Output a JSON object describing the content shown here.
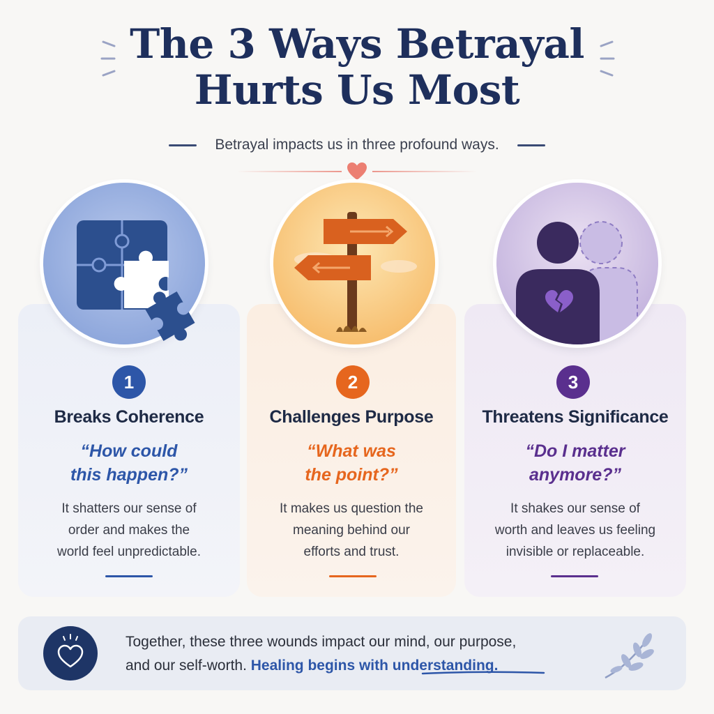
{
  "header": {
    "title_line1": "The 3 Ways Betrayal",
    "title_line2": "Hurts Us Most",
    "subtitle": "Betrayal impacts us in three profound ways."
  },
  "colors": {
    "navy": "#1e2f5c",
    "blue": "#2d56a8",
    "orange": "#e6661e",
    "purple": "#5a2f8e",
    "heart": "#ec7f72"
  },
  "cards": [
    {
      "number": "1",
      "icon": "puzzle-icon",
      "title": "Breaks Coherence",
      "quote_line1": "“How could",
      "quote_line2": "this happen?”",
      "body_line1": "It shatters our sense of",
      "body_line2": "order and makes the",
      "body_line3": "world feel unpredictable."
    },
    {
      "number": "2",
      "icon": "signpost-icon",
      "title": "Challenges Purpose",
      "quote_line1": "“What was",
      "quote_line2": "the point?”",
      "body_line1": "It makes us question the",
      "body_line2": "meaning behind our",
      "body_line3": "efforts and trust."
    },
    {
      "number": "3",
      "icon": "broken-heart-person-icon",
      "title": "Threatens Significance",
      "quote_line1": "“Do I matter",
      "quote_line2": "anymore?”",
      "body_line1": "It shakes our sense of",
      "body_line2": "worth and leaves us feeling",
      "body_line3": "invisible or replaceable."
    }
  ],
  "footer": {
    "icon": "heart-glow-icon",
    "text_line1": "Together, these three wounds impact our mind, our purpose,",
    "text_line2": "and our self-worth.",
    "highlight": "Healing begins with understanding.",
    "decor_icon": "leaf-sprig-icon"
  }
}
